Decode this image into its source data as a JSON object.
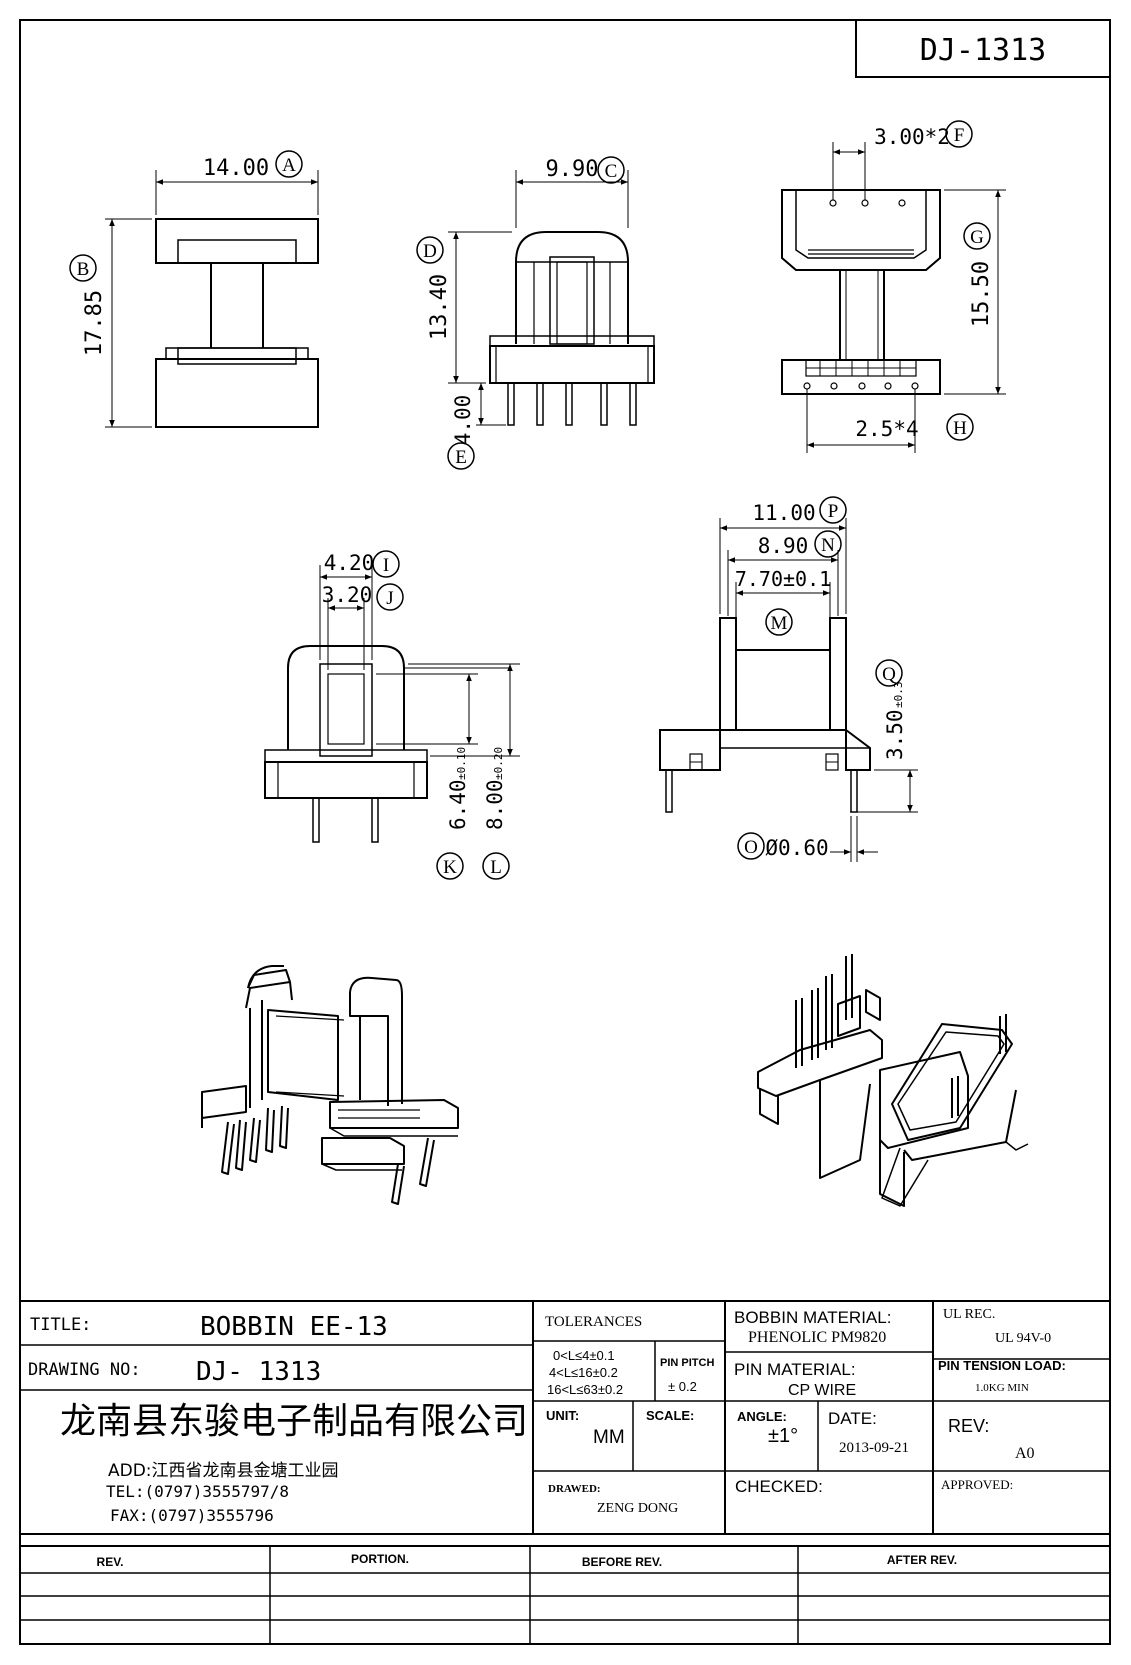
{
  "drawing_number_box": "DJ-1313",
  "dimensions": {
    "a_value": "14.00",
    "a_tag": "A",
    "b_value": "17.85",
    "b_tag": "B",
    "c_value": "9.90",
    "c_tag": "C",
    "d_value": "13.40",
    "d_tag": "D",
    "e_value": "4.00",
    "e_tag": "E",
    "f_value": "3.00*2",
    "f_tag": "F",
    "g_value": "15.50",
    "g_tag": "G",
    "h_value": "2.5*4",
    "h_tag": "H",
    "i_value": "4.20",
    "i_tag": "I",
    "j_value": "3.20",
    "j_tag": "J",
    "k_value": "6.40",
    "k_tol": "±0.10",
    "k_tag": "K",
    "l_value": "8.00",
    "l_tol": "±0.20",
    "l_tag": "L",
    "m_tag": "M",
    "n_value": "8.90",
    "n_tag": "N",
    "o_value": "Ø0.60",
    "o_tag": "O",
    "p_value": "11.00",
    "p_tag": "P",
    "q_value": "3.50",
    "q_tol": "±0.3",
    "q_tag": "Q",
    "m_value": "7.70±0.1"
  },
  "title_block": {
    "title_label": "TITLE:",
    "title_value": "BOBBIN EE-13",
    "drawing_no_label": "DRAWING NO:",
    "drawing_no_value": "DJ- 1313",
    "company": "龙南县东骏电子制品有限公司",
    "address": "ADD:江西省龙南县金塘工业园",
    "tel": "TEL:(0797)3555797/8",
    "fax": "FAX:(0797)3555796",
    "tolerances_label": "TOLERANCES",
    "tol_line1": "0<L≤4±0.1",
    "tol_line2": "4<L≤16±0.2",
    "tol_line3": "16<L≤63±0.2",
    "pin_pitch_label": "PIN PITCH",
    "pin_pitch_value": "± 0.2",
    "unit_label": "UNIT:",
    "unit_value": "MM",
    "scale_label": "SCALE:",
    "drawed_label": "DRAWED:",
    "drawed_value": "ZENG DONG",
    "bobbin_material_label": "BOBBIN MATERIAL:",
    "bobbin_material_value": "PHENOLIC  PM9820",
    "pin_material_label": "PIN MATERIAL:",
    "pin_material_value": "CP WIRE",
    "angle_label": "ANGLE:",
    "angle_value": "±1°",
    "date_label": "DATE:",
    "date_value": "2013-09-21",
    "checked_label": "CHECKED:",
    "ul_rec_label": "UL REC.",
    "ul_rec_value": "UL  94V-0",
    "pin_tension_label": "PIN TENSION LOAD:",
    "pin_tension_value": "1.0KG MIN",
    "rev_label": "REV:",
    "rev_value": "A0",
    "approved_label": "APPROVED:"
  },
  "revision_table": {
    "headers": [
      "REV.",
      "PORTION.",
      "BEFORE REV.",
      "AFTER REV."
    ]
  }
}
